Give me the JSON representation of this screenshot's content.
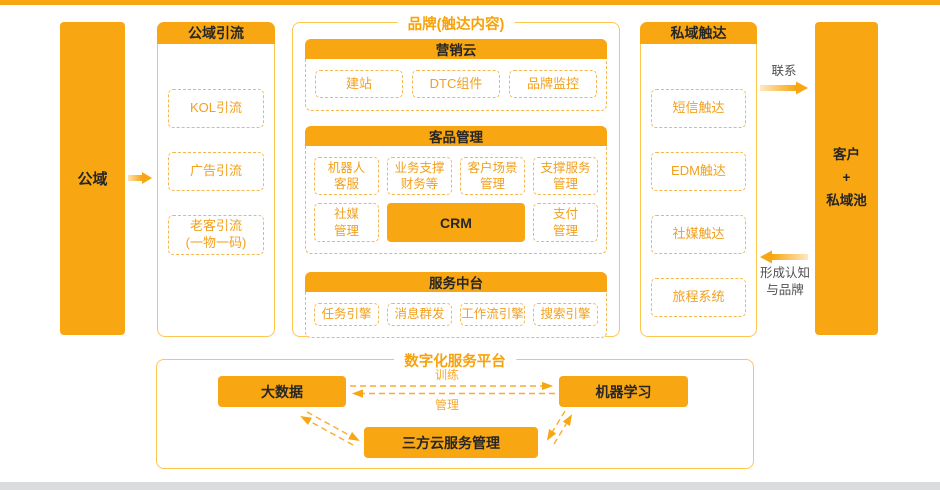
{
  "palette": {
    "accent": "#F8A611",
    "dashed_border": "#F8B64F",
    "item_text": "#F2A01E",
    "outer_border": "#FFC64F",
    "title_text": "#F7A20B",
    "dark_text": "#262626",
    "flow_label_text": "#4F4F4F",
    "bottom_bar_gray": "#DBDCDE"
  },
  "left_column": {
    "label": "公域"
  },
  "public_funnel": {
    "title": "公域引流",
    "items": [
      {
        "label": "KOL引流"
      },
      {
        "label": "广告引流"
      },
      {
        "label": "老客引流\n(一物一码)"
      }
    ]
  },
  "brand_panel": {
    "title": "品牌(触达内容)",
    "marketing": {
      "header": "营销云",
      "items": [
        {
          "label": "建站"
        },
        {
          "label": "DTC组件"
        },
        {
          "label": "品牌监控"
        }
      ]
    },
    "customer": {
      "header": "客品管理",
      "row1": [
        {
          "label": "机器人\n客服"
        },
        {
          "label": "业务支撑\n财务等"
        },
        {
          "label": "客户场景\n管理"
        },
        {
          "label": "支撑服务\n管理"
        }
      ],
      "row2": [
        {
          "label": "社媒\n管理"
        },
        {
          "label": "CRM"
        },
        {
          "label": "支付\n管理"
        }
      ]
    },
    "service": {
      "header": "服务中台",
      "items": [
        {
          "label": "任务引擎"
        },
        {
          "label": "消息群发"
        },
        {
          "label": "工作流引擎"
        },
        {
          "label": "搜索引擎"
        }
      ]
    }
  },
  "private_reach": {
    "title": "私域触达",
    "items": [
      {
        "label": "短信触达"
      },
      {
        "label": "EDM触达"
      },
      {
        "label": "社媒触达"
      },
      {
        "label": "旅程系统"
      }
    ]
  },
  "customer_pool": {
    "label": "客户\n+\n私域池"
  },
  "flows": {
    "contact_label": "联系",
    "awareness_label": "形成认知\n与品牌"
  },
  "digital_platform": {
    "title": "数字化服务平台",
    "nodes": {
      "big_data": "大数据",
      "ml": "机器学习",
      "cloud": "三方云服务管理"
    },
    "edge_labels": {
      "train": "训练",
      "manage": "管理"
    }
  }
}
